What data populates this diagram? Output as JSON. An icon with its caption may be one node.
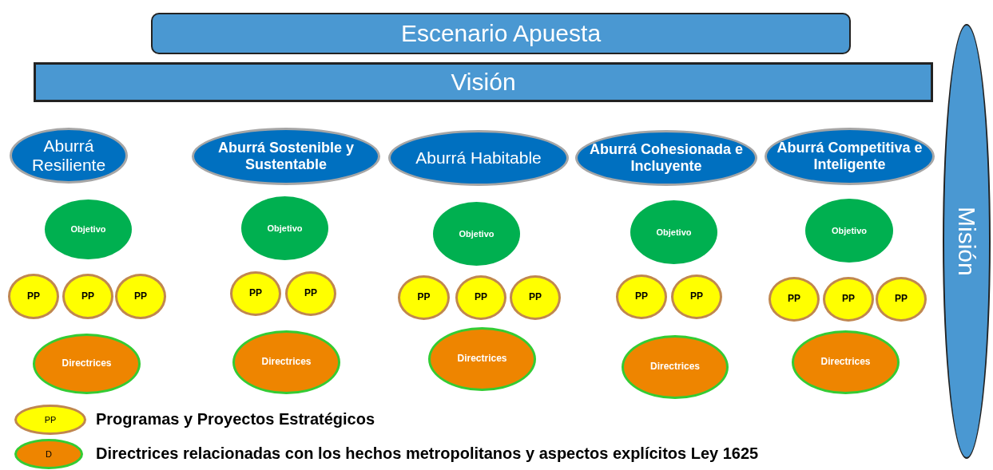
{
  "diagram": {
    "nodes": [
      {
        "text": [
          "Escenario Apuesta"
        ]
      },
      {
        "text": [
          "Visión"
        ]
      },
      {
        "text": [
          "Misión"
        ]
      },
      {
        "text": [
          "Aburrá Resiliente"
        ]
      },
      {
        "text": [
          "Aburrá Sostenible y Sustentable"
        ]
      },
      {
        "text": [
          "Aburrá Habitable"
        ]
      },
      {
        "text": [
          "Aburrá Cohesionada e Incluyente"
        ]
      },
      {
        "text": [
          "Aburrá Competitiva e Inteligente"
        ]
      },
      {
        "text": [
          "Objetivo"
        ]
      },
      {
        "text": [
          "Objetivo"
        ]
      },
      {
        "text": [
          "Objetivo"
        ]
      },
      {
        "text": [
          "Objetivo"
        ]
      },
      {
        "text": [
          "Objetivo"
        ]
      },
      {
        "text": [
          "PP"
        ]
      },
      {
        "text": [
          "PP"
        ]
      },
      {
        "text": [
          "PP"
        ]
      },
      {
        "text": [
          "PP"
        ]
      },
      {
        "text": [
          "PP"
        ]
      },
      {
        "text": [
          "PP"
        ]
      },
      {
        "text": [
          "PP"
        ]
      },
      {
        "text": [
          "PP"
        ]
      },
      {
        "text": [
          "PP"
        ]
      },
      {
        "text": [
          "PP"
        ]
      },
      {
        "text": [
          "PP"
        ]
      },
      {
        "text": [
          "PP"
        ]
      },
      {
        "text": [
          "PP"
        ]
      },
      {
        "text": [
          "Directrices"
        ]
      },
      {
        "text": [
          "Directrices"
        ]
      },
      {
        "text": [
          "Directrices"
        ]
      },
      {
        "text": [
          "Directrices"
        ]
      },
      {
        "text": [
          "Directrices"
        ]
      },
      {
        "text": [
          "PP"
        ],
        "beside": [
          "Programas y Proyectos Estratégicos"
        ]
      },
      {
        "text": [
          "D"
        ],
        "beside": [
          "Directrices relacionadas con los hechos metropolitanos y aspectos explícitos Ley 1625"
        ]
      }
    ],
    "edges": []
  }
}
